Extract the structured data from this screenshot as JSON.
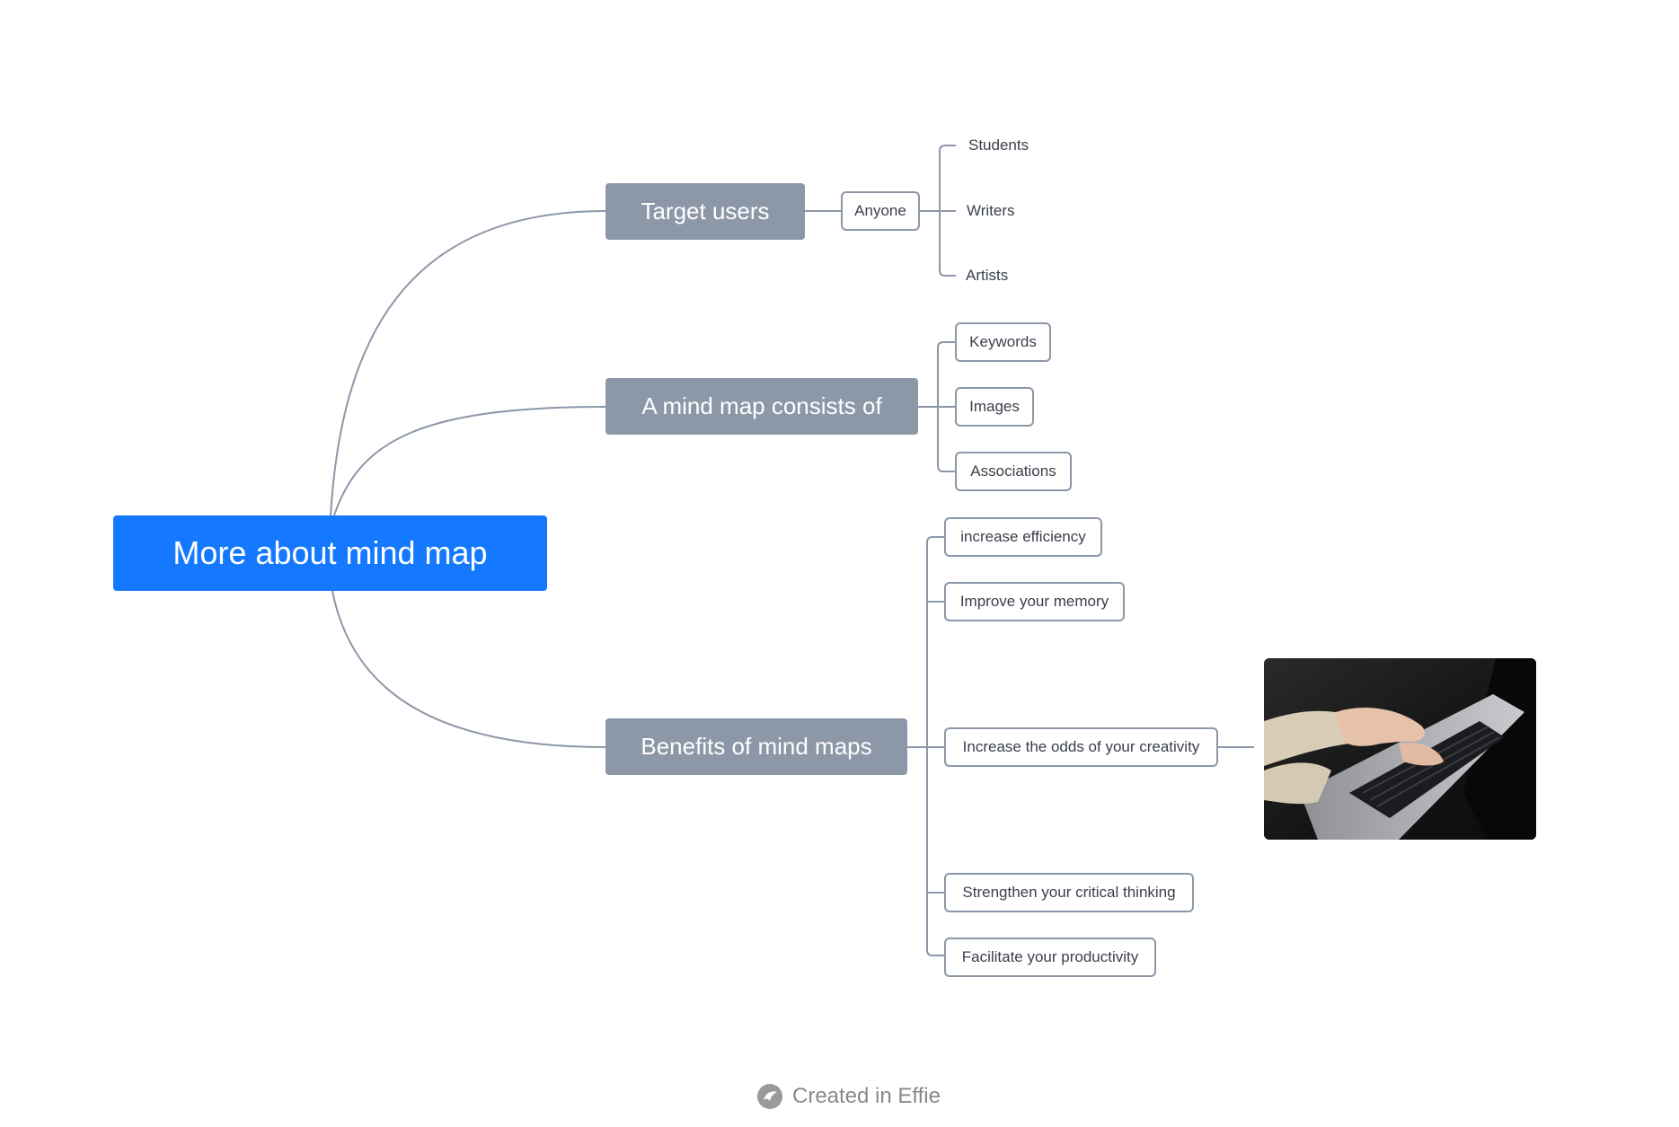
{
  "root": {
    "label": "More about mind map"
  },
  "branches": [
    {
      "label": "Target users",
      "child": {
        "label": "Anyone",
        "children": [
          "Students",
          "Writers",
          "Artists"
        ]
      }
    },
    {
      "label": "A mind map consists of",
      "children": [
        "Keywords",
        "Images",
        "Associations"
      ]
    },
    {
      "label": "Benefits of mind maps",
      "children": [
        "increase efficiency",
        "Improve your memory",
        "Increase the odds of your creativity",
        "Strengthen your critical thinking",
        "Facilitate your productivity"
      ]
    }
  ],
  "image": {
    "icon": "laptop-typing-photo"
  },
  "footer": {
    "text": "Created in Effie",
    "icon": "effie-logo-icon"
  },
  "colors": {
    "root": "#1479ff",
    "branch": "#8c97a8",
    "line": "#8c97a8"
  }
}
